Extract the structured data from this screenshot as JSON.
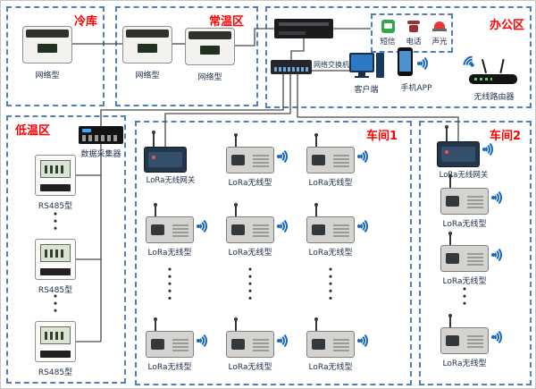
{
  "diagram": {
    "zones": {
      "cold_storage": "冷库",
      "normal_temp": "常温区",
      "office": "办公区",
      "low_temp": "低温区",
      "workshop1": "车间1",
      "workshop2": "车间2"
    },
    "labels": {
      "network_sensor": "网络型",
      "rs485_sensor": "RS485型",
      "lora_node": "LoRa无线型",
      "lora_gateway": "LoRa无线网关",
      "data_collector": "数据采集器",
      "network_switch": "网络交换机",
      "client": "客户端",
      "phone_app": "手机APP",
      "wireless_router": "无线路由器",
      "sms": "短信",
      "telephone": "电话",
      "sound_light": "声光"
    },
    "colors": {
      "zone_border": "#4e7fc0",
      "zone_label": "#ff0000",
      "wireless": "#1268c3"
    }
  }
}
